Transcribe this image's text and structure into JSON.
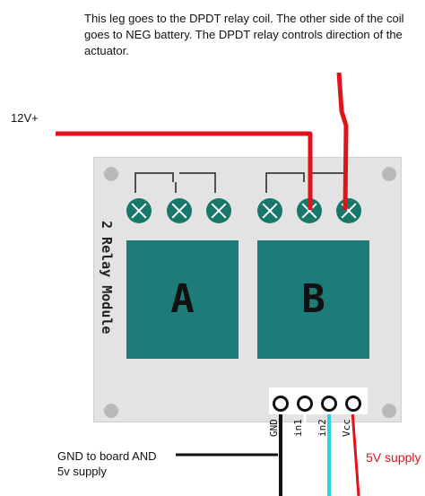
{
  "note": "This leg goes to the DPDT relay coil. The other side of the coil goes to NEG battery. The DPDT relay controls direction of the actuator.",
  "labels": {
    "v12": "12V+",
    "gnd_note": "GND to board AND\n5v supply",
    "v5": "5V supply"
  },
  "board": {
    "title": "2 Relay Module",
    "relays": [
      {
        "letter": "A"
      },
      {
        "letter": "B"
      }
    ],
    "pins": [
      "GND",
      "in1",
      "in2",
      "Vcc"
    ]
  },
  "colors": {
    "board": "#e3e3e3",
    "relay": "#1d7b78",
    "terminal": "#16776a",
    "wire_12v": "#e0131b",
    "wire_gnd": "#111111",
    "wire_in2": "#2ad4e4",
    "wire_5v": "#e0131b"
  }
}
